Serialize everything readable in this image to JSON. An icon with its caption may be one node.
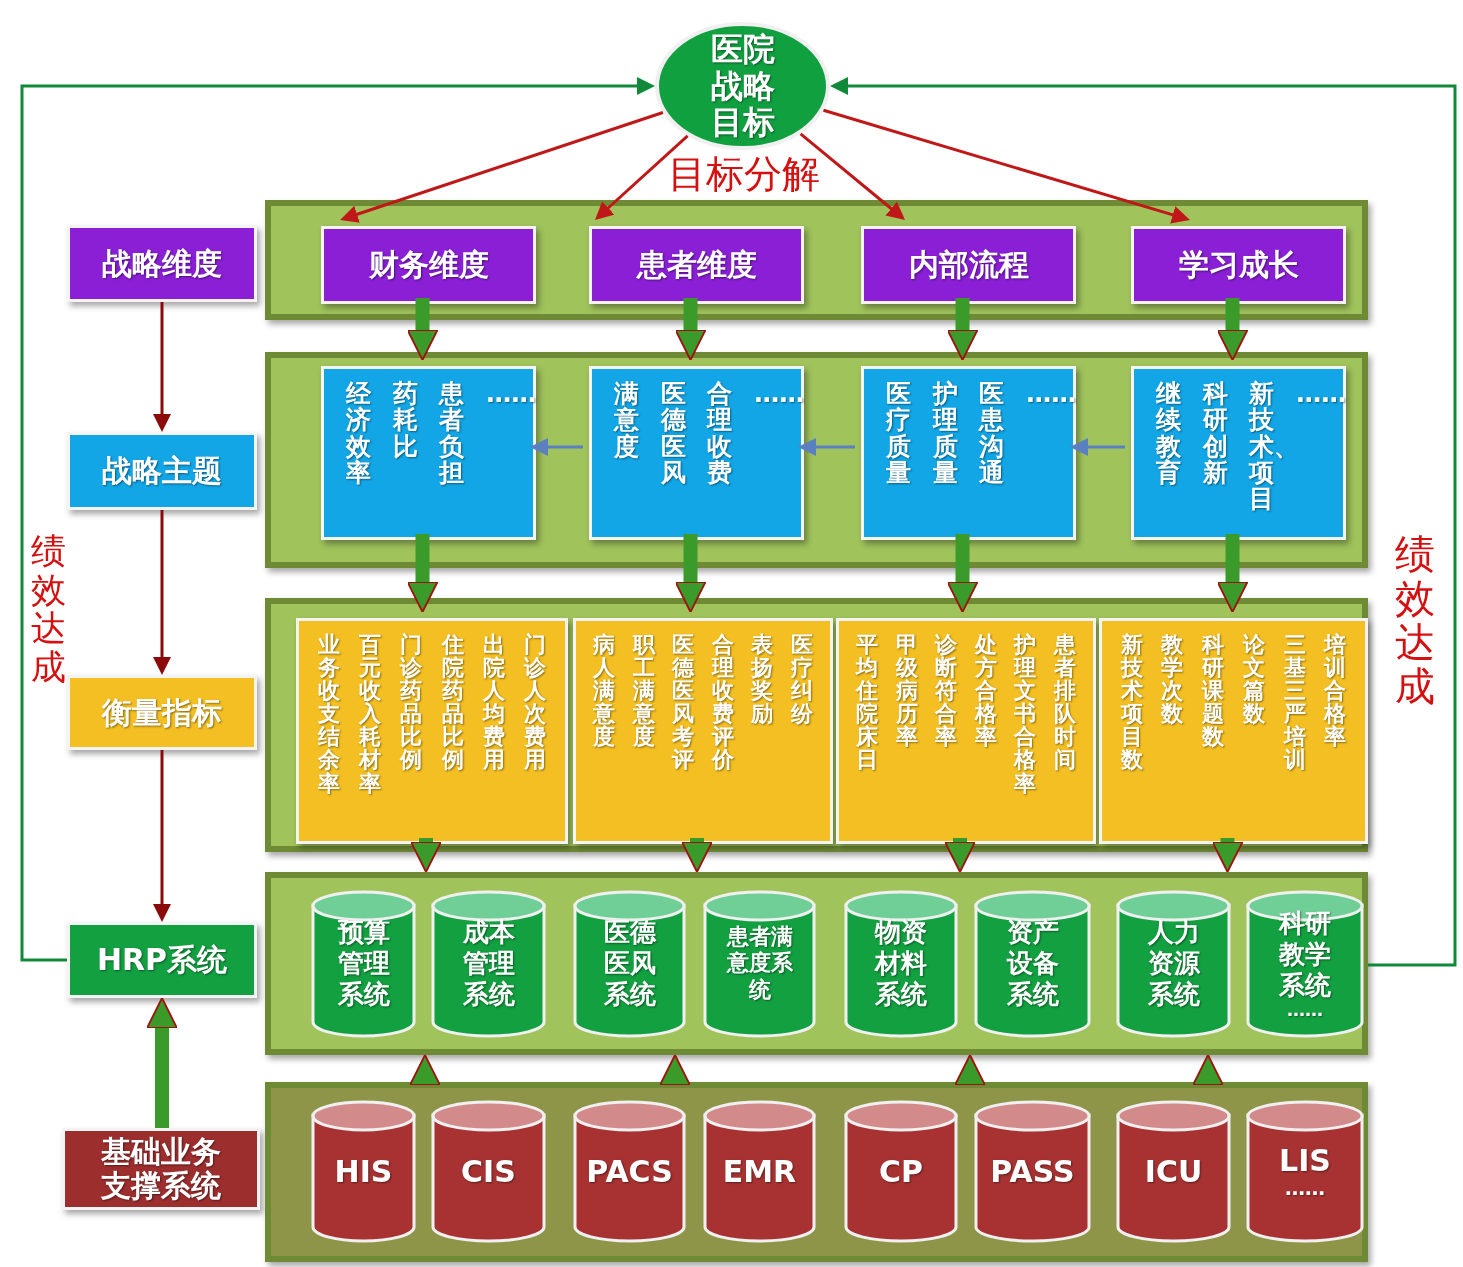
{
  "diagram": {
    "nodes": [
      {
        "text": [
          "医院战略目标"
        ]
      },
      {
        "text": [
          "战略维度"
        ]
      },
      {
        "text": [],
        "shape": "box"
      },
      {
        "text": [
          "财务维度"
        ],
        "in": 2
      },
      {
        "text": [
          "患者维度"
        ],
        "in": 2
      },
      {
        "text": [
          "内部流程"
        ],
        "in": 2
      },
      {
        "text": [
          "学习成长"
        ],
        "in": 2
      },
      {
        "text": [
          "战略主题"
        ]
      },
      {
        "text": [],
        "shape": "box"
      },
      {
        "text": [
          "经济效率",
          "药耗比",
          "患者负担",
          "……"
        ],
        "in": 8
      },
      {
        "text": [
          "满意度",
          "医德医风",
          "合理收费",
          "……"
        ],
        "in": 8
      },
      {
        "text": [
          "医疗质量",
          "护理质量",
          "医患沟通",
          "……"
        ],
        "in": 8
      },
      {
        "text": [
          "继续教育",
          "科研创新",
          "新技术、项目",
          "……"
        ],
        "in": 8
      },
      {
        "text": [
          "衡量指标"
        ]
      },
      {
        "text": [],
        "shape": "box"
      },
      {
        "text": [
          "业务收支结余率",
          "百元收入耗材率",
          "门诊药品比例",
          "住院药品比例",
          "出院人均费用",
          "门诊人次费用"
        ],
        "in": 14
      },
      {
        "text": [
          "病人满意度",
          "职工满意度",
          "医德医风考评",
          "合理收费评价",
          "表扬奖励",
          "医疗纠纷"
        ],
        "in": 14
      },
      {
        "text": [
          "平均住院床日",
          "甲级病历率",
          "诊断符合率",
          "处方合格率",
          "护理文书合格率",
          "患者排队时间"
        ],
        "in": 14
      },
      {
        "text": [
          "新技术项目数",
          "教学次数",
          "科研课题数",
          "论文篇数",
          "三基三严培训",
          "培训合格率"
        ],
        "in": 14
      },
      {
        "text": [
          "HRP系统"
        ]
      },
      {
        "text": [],
        "shape": "box"
      },
      {
        "text": [
          "预算管理系统"
        ],
        "in": 20
      },
      {
        "text": [
          "成本管理系统"
        ],
        "in": 20
      },
      {
        "text": [
          "医德医风系统"
        ],
        "in": 20
      },
      {
        "text": [
          "患者满意度系统"
        ],
        "in": 20
      },
      {
        "text": [
          "物资材料系统"
        ],
        "in": 20
      },
      {
        "text": [
          "资产设备系统"
        ],
        "in": 20
      },
      {
        "text": [
          "人力资源系统"
        ],
        "in": 20
      },
      {
        "text": [
          "科研教学系统",
          "……"
        ],
        "in": 20
      },
      {
        "text": [
          "基础业务支撑系统"
        ]
      },
      {
        "text": [],
        "shape": "box"
      },
      {
        "text": [
          "HIS"
        ],
        "in": 30
      },
      {
        "text": [
          "CIS"
        ],
        "in": 30
      },
      {
        "text": [
          "PACS"
        ],
        "in": 30
      },
      {
        "text": [
          "EMR"
        ],
        "in": 30
      },
      {
        "text": [
          "CP"
        ],
        "in": 30
      },
      {
        "text": [
          "PASS"
        ],
        "in": 30
      },
      {
        "text": [
          "ICU"
        ],
        "in": 30
      },
      {
        "text": [
          "LIS",
          "……"
        ],
        "in": 30
      }
    ],
    "edges": [
      {
        "from": 0,
        "to": 3,
        "arrow": "to",
        "color": "#c01818"
      },
      {
        "from": 0,
        "to": 4,
        "arrow": "to",
        "color": "#c01818"
      },
      {
        "from": 0,
        "to": 5,
        "arrow": "to",
        "color": "#c01818"
      },
      {
        "from": 0,
        "to": 6,
        "arrow": "to",
        "color": "#c01818"
      },
      {
        "from": 1,
        "to": 7,
        "arrow": "to",
        "color": "#8b0a0a"
      },
      {
        "from": 7,
        "to": 13,
        "arrow": "to",
        "color": "#8b0a0a"
      },
      {
        "from": 13,
        "to": 19,
        "arrow": "to",
        "color": "#8b0a0a"
      },
      {
        "from": 3,
        "to": 9,
        "arrow": "to"
      },
      {
        "from": 4,
        "to": 10,
        "arrow": "to"
      },
      {
        "from": 5,
        "to": 11,
        "arrow": "to"
      },
      {
        "from": 6,
        "to": 12,
        "arrow": "to"
      },
      {
        "from": 9,
        "to": 15,
        "arrow": "to"
      },
      {
        "from": 10,
        "to": 16,
        "arrow": "to"
      },
      {
        "from": 11,
        "to": 17,
        "arrow": "to"
      },
      {
        "from": 12,
        "to": 18,
        "arrow": "to"
      },
      {
        "from": 15,
        "to": 20,
        "arrow": "to"
      },
      {
        "from": 16,
        "to": 20,
        "arrow": "to"
      },
      {
        "from": 17,
        "to": 20,
        "arrow": "to"
      },
      {
        "from": 18,
        "to": 20,
        "arrow": "to"
      },
      {
        "from": 30,
        "to": 20,
        "arrow": "to"
      },
      {
        "from": 30,
        "to": 20,
        "arrow": "to"
      },
      {
        "from": 30,
        "to": 20,
        "arrow": "to"
      },
      {
        "from": 30,
        "to": 20,
        "arrow": "to"
      },
      {
        "from": 12,
        "to": 11,
        "arrow": "to",
        "color": "#5a80c0"
      },
      {
        "from": 11,
        "to": 10,
        "arrow": "to",
        "color": "#5a80c0"
      },
      {
        "from": 10,
        "to": 9,
        "arrow": "to",
        "color": "#5a80c0"
      },
      {
        "from": 29,
        "to": 19,
        "arrow": "to"
      },
      {
        "from": 19,
        "to": 0,
        "arrow": "to",
        "color": "#108a38"
      },
      {
        "from": 20,
        "to": 0,
        "arrow": "to",
        "color": "#108a38"
      }
    ],
    "labels": [
      "目标分解",
      "绩效达成",
      "绩效达成"
    ]
  }
}
